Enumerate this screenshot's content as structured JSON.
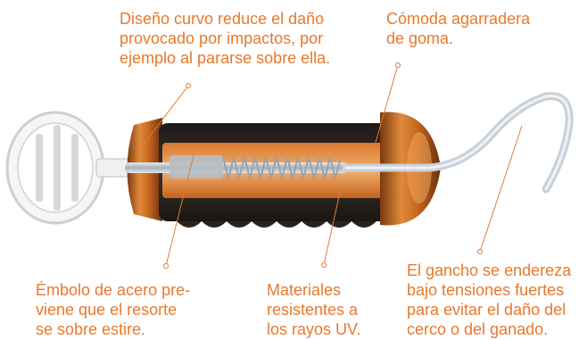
{
  "colors": {
    "label_text": "#e8792c",
    "leader_line": "#e8792c",
    "grip_rubber": "#2c2522",
    "cap_orange": "#c86a22",
    "cap_highlight": "#f0a85c",
    "metal": "#c8cfd6",
    "handle_white": "#f4f4f4"
  },
  "annotations": [
    {
      "id": "curved-design",
      "lines": [
        "Diseño curvo reduce el daño",
        "provocado por impactos, por",
        "ejemplo al pararse sobre ella."
      ]
    },
    {
      "id": "rubber-grip",
      "lines": [
        "Cómoda agarradera",
        "de goma."
      ]
    },
    {
      "id": "steel-plunger",
      "lines": [
        "Émbolo de acero pre-",
        "viene que el resorte",
        "se sobre estire."
      ]
    },
    {
      "id": "uv-materials",
      "lines": [
        "Materiales",
        "resistentes a",
        "los rayos UV."
      ]
    },
    {
      "id": "hook",
      "lines": [
        "El gancho se endereza",
        "bajo tensiones fuertes",
        "para evitar el daño del",
        "cerco o del ganado."
      ]
    }
  ]
}
